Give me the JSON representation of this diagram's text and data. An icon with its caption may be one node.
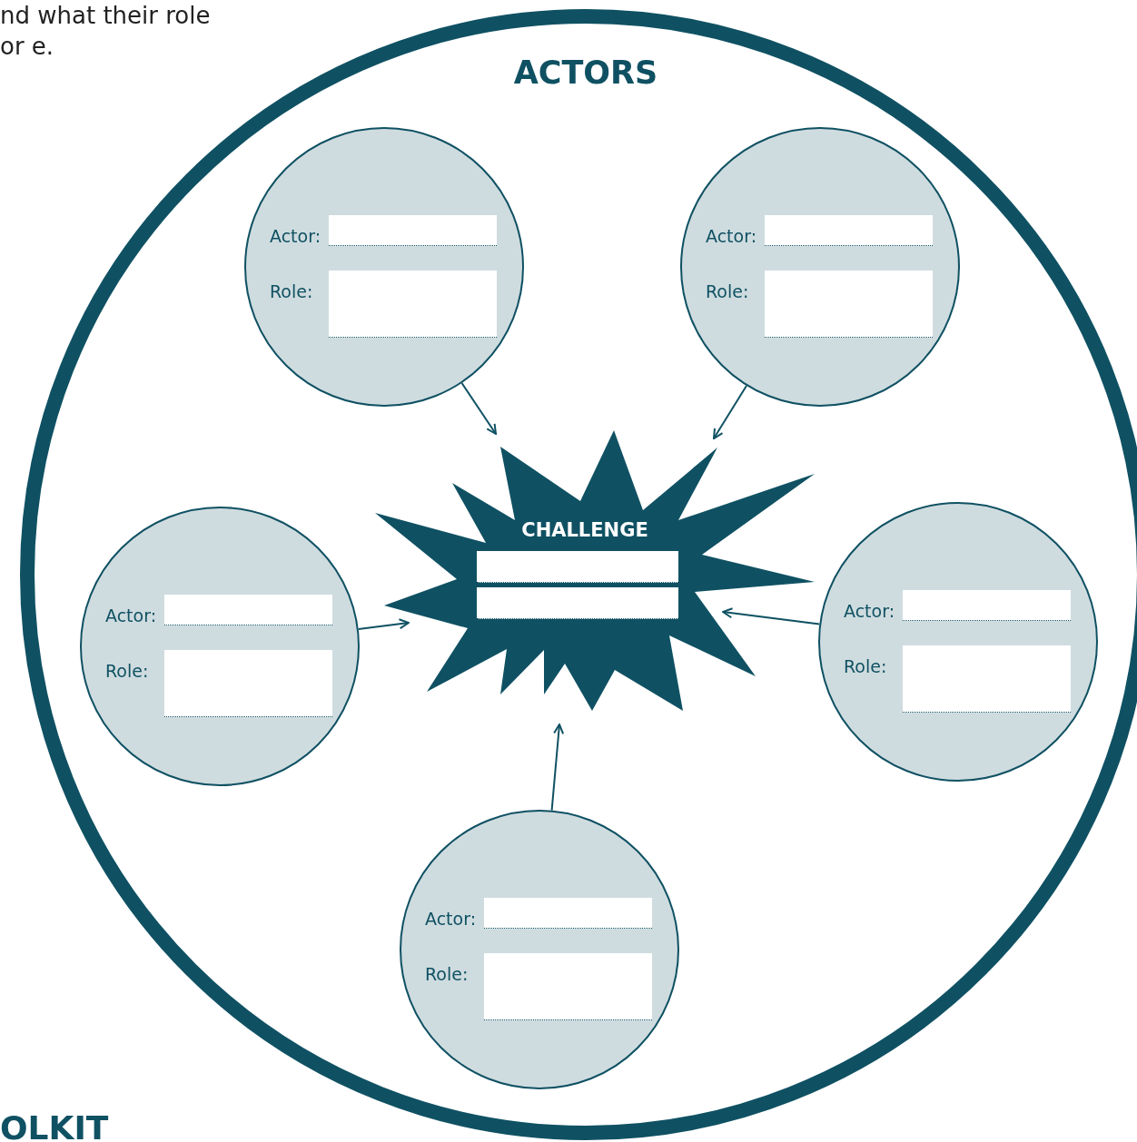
{
  "diagram": {
    "nodes": [
      {
        "text": [
          "ACTORS"
        ]
      },
      {
        "text": [
          "CHALLENGE"
        ],
        "in": 0
      },
      {
        "text": [
          "Actor:",
          "Role:"
        ],
        "in": 0
      },
      {
        "text": [
          "Actor:",
          "Role:"
        ],
        "in": 0
      },
      {
        "text": [
          "Actor:",
          "Role:"
        ],
        "in": 0
      },
      {
        "text": [
          "Actor:",
          "Role:"
        ],
        "in": 0
      },
      {
        "text": [
          "Actor:",
          "Role:"
        ],
        "in": 0
      }
    ],
    "edges": [
      {
        "from": 2,
        "to": 1,
        "arrow": "to"
      },
      {
        "from": 3,
        "to": 1,
        "arrow": "to"
      },
      {
        "from": 4,
        "to": 1,
        "arrow": "to"
      },
      {
        "from": 5,
        "to": 1,
        "arrow": "to"
      },
      {
        "from": 6,
        "to": 1,
        "arrow": "to"
      }
    ],
    "labels": [
      "nd what their role or e.",
      "OLKIT"
    ]
  }
}
